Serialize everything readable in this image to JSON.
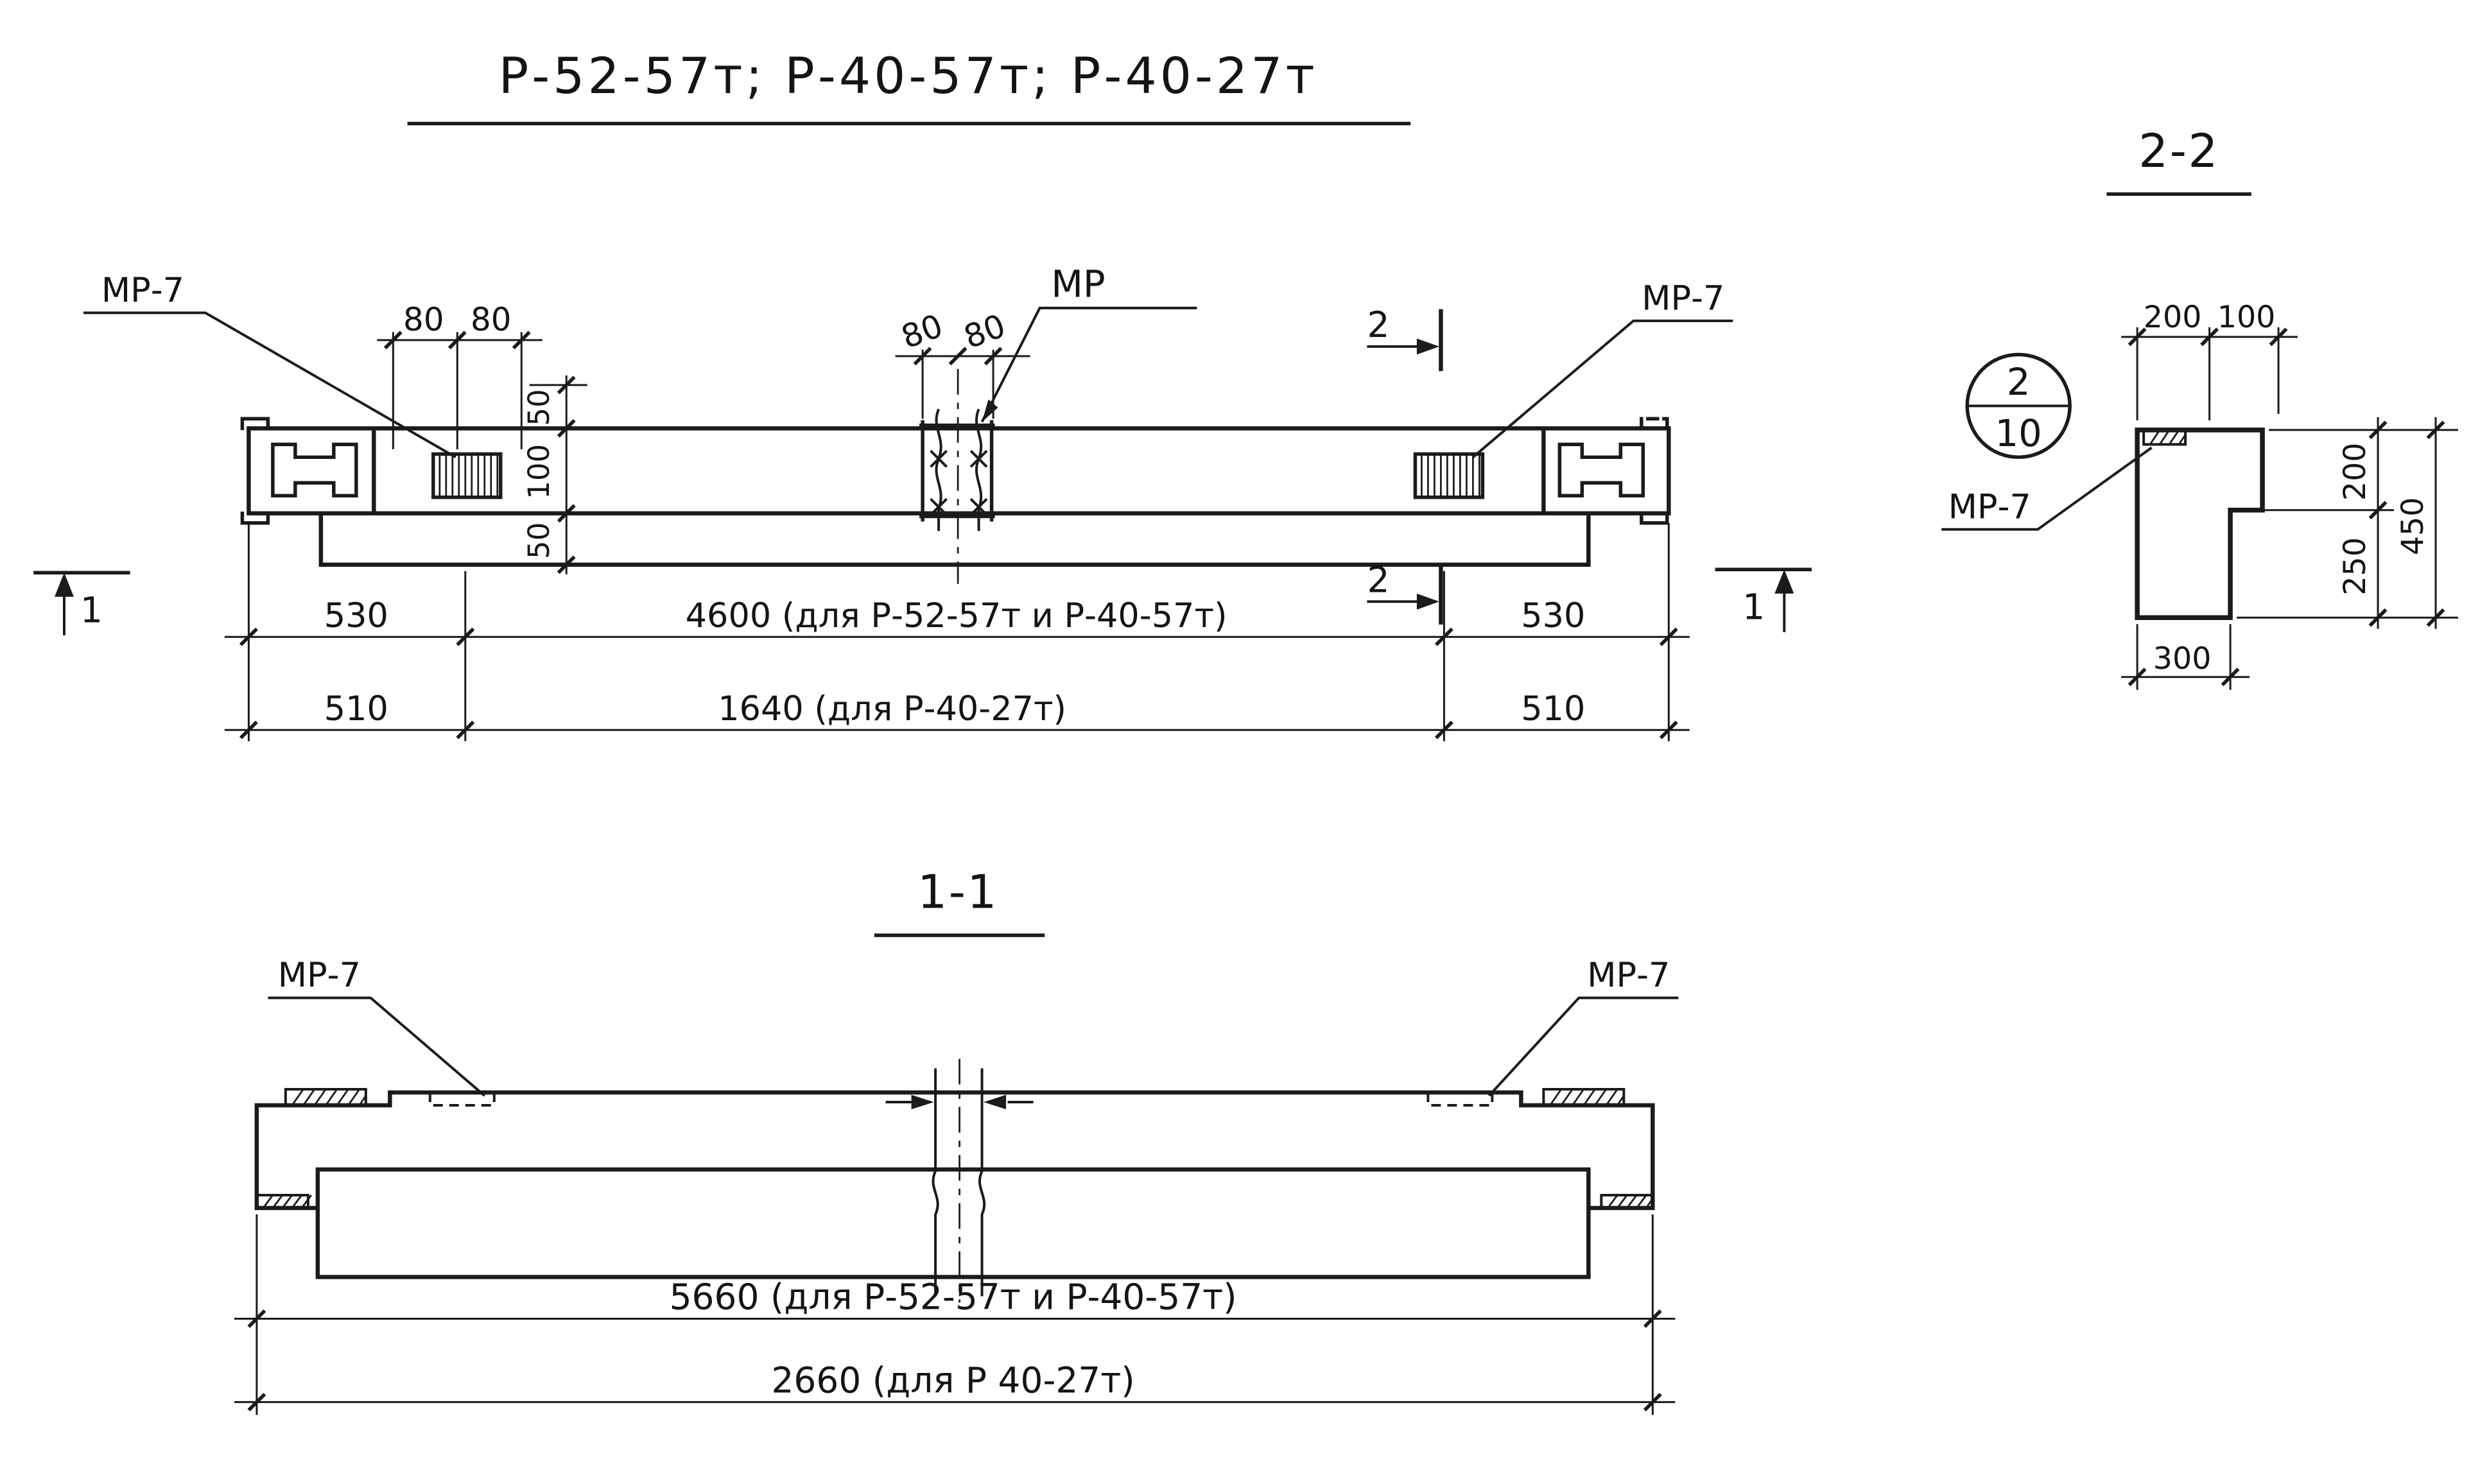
{
  "colors": {
    "ink": "#1b1b1b",
    "paper": "#ffffff"
  },
  "title": "Р-52-57т; Р-40-57т; Р-40-27т",
  "elevation": {
    "mp7_left": "МР-7",
    "mp7_right": "МР-7",
    "mp_label": "МР",
    "dim_80_a": "80",
    "dim_80_b": "80",
    "dim_80_c": "80",
    "dim_80_d": "80",
    "dim_50_top": "50",
    "dim_100": "100",
    "dim_50_bottom": "50",
    "dim_530_left": "530",
    "dim_4600": "4600 (для Р-52-57т  и  Р-40-57т)",
    "dim_530_right": "530",
    "dim_510_left": "510",
    "dim_1640": "1640  (для  Р-40-27т)",
    "dim_510_right": "510",
    "section2_top": "2",
    "section2_bottom": "2",
    "section1_left": "1",
    "section1_right": "1"
  },
  "section22": {
    "title": "2-2",
    "bubble_top": "2",
    "bubble_bottom": "10",
    "mp7": "МР-7",
    "dim_200_top": "200",
    "dim_100_top": "100",
    "dim_200_right": "200",
    "dim_250_right": "250",
    "dim_450_right": "450",
    "dim_300_bottom": "300"
  },
  "section11": {
    "title": "1-1",
    "mp7_left": "МР-7",
    "mp7_right": "МР-7",
    "dim_5660": "5660 (для Р-52-57т  и  Р-40-57т)",
    "dim_2660": "2660  (для Р 40-27т)"
  }
}
